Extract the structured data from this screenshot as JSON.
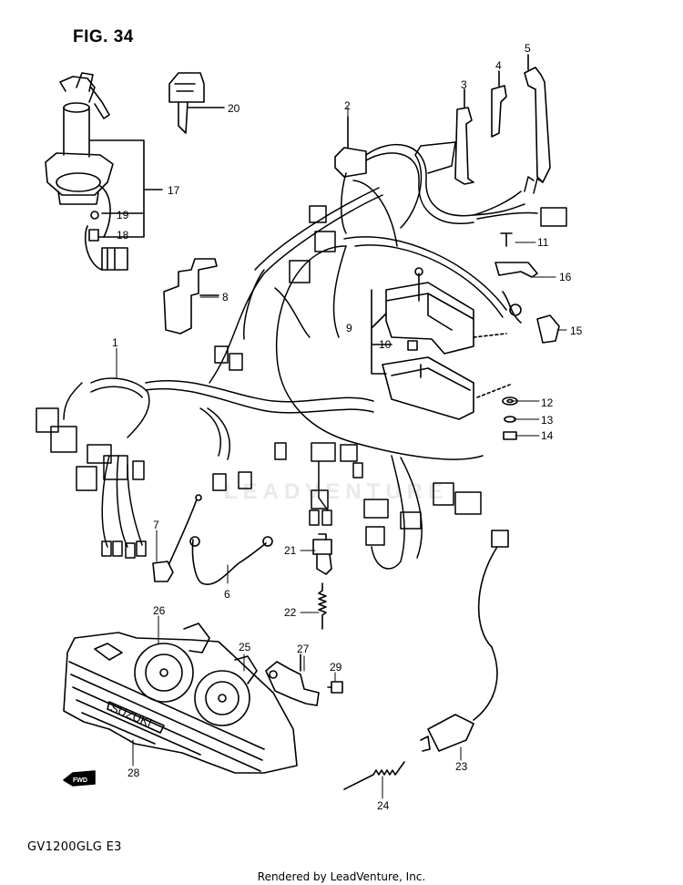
{
  "figure_label": "FIG. 34",
  "model_code": "GV1200GLG E3",
  "credit": "Rendered by LeadVenture, Inc.",
  "watermark": "LEADVENTURE",
  "fwd_marker": "FWD",
  "brand_text": "SUZUKI",
  "callouts": [
    {
      "n": "1"
    },
    {
      "n": "2"
    },
    {
      "n": "3"
    },
    {
      "n": "4"
    },
    {
      "n": "5"
    },
    {
      "n": "6"
    },
    {
      "n": "7"
    },
    {
      "n": "8"
    },
    {
      "n": "9"
    },
    {
      "n": "10"
    },
    {
      "n": "11"
    },
    {
      "n": "12"
    },
    {
      "n": "13"
    },
    {
      "n": "14"
    },
    {
      "n": "15"
    },
    {
      "n": "16"
    },
    {
      "n": "17"
    },
    {
      "n": "18"
    },
    {
      "n": "19"
    },
    {
      "n": "20"
    },
    {
      "n": "21"
    },
    {
      "n": "22"
    },
    {
      "n": "23"
    },
    {
      "n": "24"
    },
    {
      "n": "25"
    },
    {
      "n": "26"
    },
    {
      "n": "27"
    },
    {
      "n": "28"
    },
    {
      "n": "29"
    }
  ]
}
